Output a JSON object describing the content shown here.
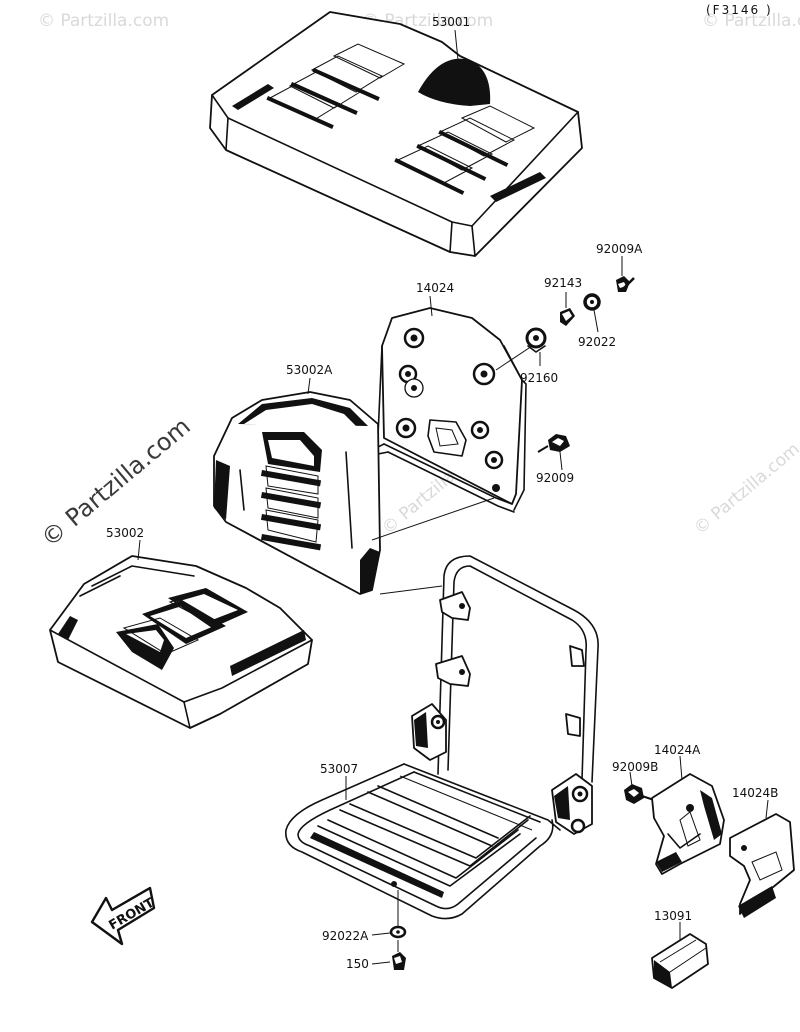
{
  "diagram": {
    "reference_code": "(F3146 )",
    "watermark": "© Partzilla.com",
    "front_marker": "FRONT",
    "parts": [
      {
        "id": "53001"
      },
      {
        "id": "14024"
      },
      {
        "id": "92143"
      },
      {
        "id": "92009A"
      },
      {
        "id": "92022"
      },
      {
        "id": "92160"
      },
      {
        "id": "53002A"
      },
      {
        "id": "92009"
      },
      {
        "id": "53002"
      },
      {
        "id": "53007"
      },
      {
        "id": "92009B"
      },
      {
        "id": "14024A"
      },
      {
        "id": "14024B"
      },
      {
        "id": "13091"
      },
      {
        "id": "92022A"
      },
      {
        "id": "150"
      }
    ]
  }
}
